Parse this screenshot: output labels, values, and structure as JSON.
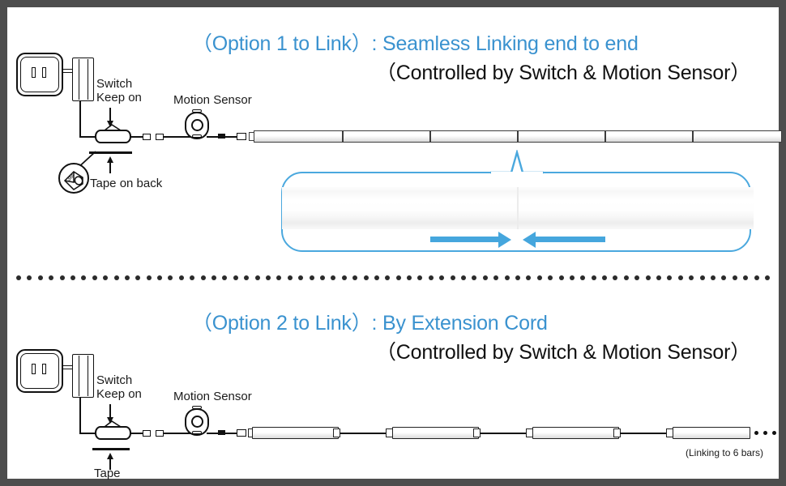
{
  "frame": {
    "border_color": "#4d4d4d",
    "background": "#ffffff"
  },
  "theme": {
    "accent_blue": "#3a92cf",
    "bubble_blue": "#4aa8de",
    "arrow_blue": "#45a6dd",
    "line_black": "#111111"
  },
  "sections": [
    {
      "id": "option-1",
      "heading_blue": "（Option 1 to Link）: Seamless Linking end to end",
      "heading_black": "（Controlled by Switch & Motion Sensor）",
      "labels": {
        "switch": "Switch",
        "switch_sub": "Keep on",
        "motion_sensor": "Motion Sensor",
        "tape": "Tape on back",
        "tape_magnifier": "3M"
      },
      "led_bar": {
        "segments": 6,
        "style": "seamless-single-bar"
      },
      "callout": {
        "type": "magnified-view",
        "arrow_left": "arrow-pointing-right",
        "arrow_right": "arrow-pointing-left",
        "meaning": "bars push together end to end"
      }
    },
    {
      "id": "option-2",
      "heading_blue": "（Option 2 to Link）: By Extension Cord",
      "heading_black": "（Controlled by Switch & Motion Sensor）",
      "labels": {
        "switch": "Switch",
        "switch_sub": "Keep on",
        "motion_sensor": "Motion Sensor",
        "tape": "Tape"
      },
      "chain": {
        "visible_bars": 4,
        "ellipsis": "• • •",
        "note": "(Linking to 6 bars)"
      }
    }
  ],
  "icons": {
    "outlet": "wall-outlet-icon",
    "adapter": "power-adapter-icon",
    "switch": "inline-switch-icon",
    "sensor": "motion-sensor-icon",
    "tape": "adhesive-tape-icon",
    "magnifier": "magnifier-icon"
  }
}
